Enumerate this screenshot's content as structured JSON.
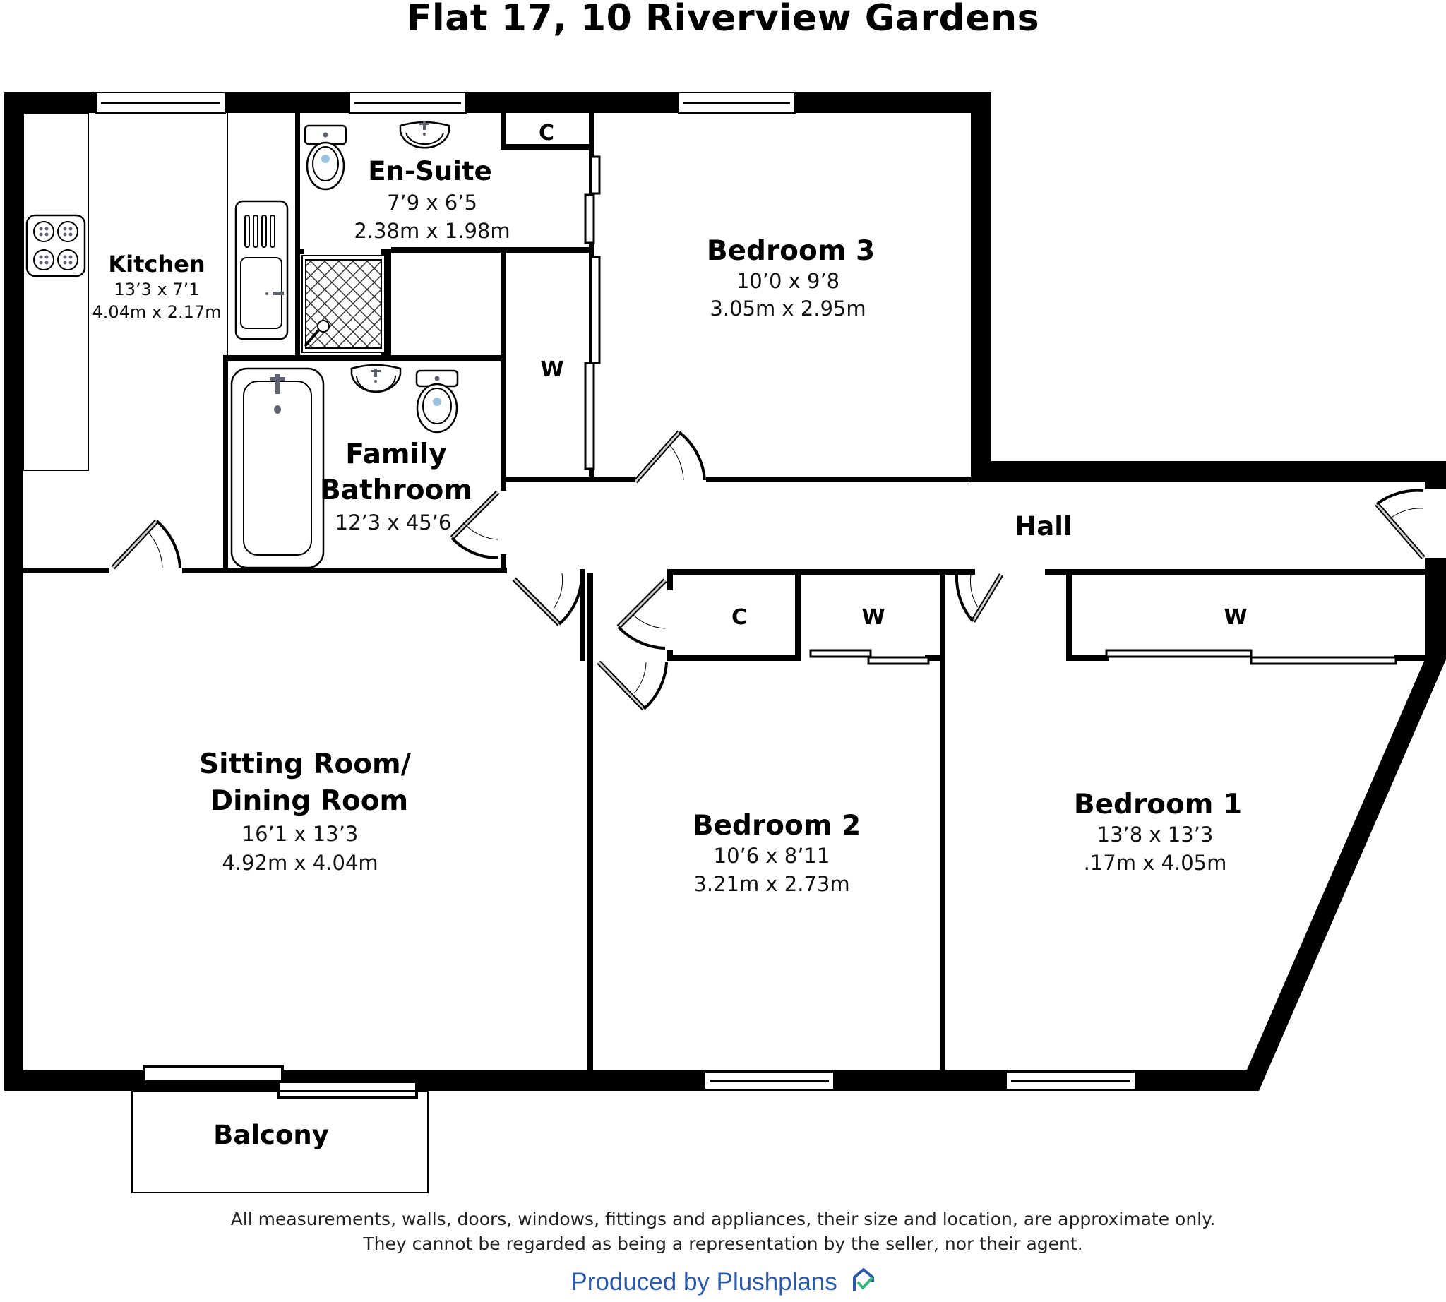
{
  "title": "Flat 17, 10 Riverview Gardens",
  "rooms": {
    "kitchen": {
      "name": "Kitchen",
      "imperial": "13’3 x 7’1",
      "metric": "4.04m x 2.17m"
    },
    "ensuite": {
      "name": "En-Suite",
      "imperial": "7’9 x 6’5",
      "metric": "2.38m x 1.98m"
    },
    "bedroom3": {
      "name": "Bedroom 3",
      "imperial": "10’0 x 9’8",
      "metric": "3.05m x 2.95m"
    },
    "family_bathroom": {
      "name_line1": "Family",
      "name_line2": "Bathroom",
      "imperial": "12’3 x 45’6"
    },
    "hall": {
      "name": "Hall"
    },
    "sitting_room": {
      "name_line1": "Sitting Room/",
      "name_line2": "Dining Room",
      "imperial": "16’1 x 13’3",
      "metric": "4.92m x 4.04m"
    },
    "bedroom2": {
      "name": "Bedroom 2",
      "imperial": "10’6 x 8’11",
      "metric": "3.21m x 2.73m"
    },
    "bedroom1": {
      "name": "Bedroom 1",
      "imperial": "13’8 x 13’3",
      "metric": ".17m x 4.05m"
    },
    "balcony": {
      "name": "Balcony"
    }
  },
  "storage": {
    "cupboard_top": "C",
    "wardrobe_bed3": "W",
    "cupboard_hall": "C",
    "wardrobe_bed2": "W",
    "wardrobe_bed1": "W"
  },
  "footer": {
    "disclaimer_line1": "All measurements, walls, doors, windows, fittings and appliances, their size and location, are approximate only.",
    "disclaimer_line2": "They cannot be regarded as being a representation by the seller, nor their agent.",
    "producer": "Produced by Plushplans",
    "logo_icon": "house-check-icon"
  },
  "colors": {
    "wall": "#000000",
    "fixture_grey": "#5f6470",
    "toilet_water": "#9cc3de",
    "producer_blue": "#2c5aa8",
    "logo_check": "#2fb37a"
  }
}
